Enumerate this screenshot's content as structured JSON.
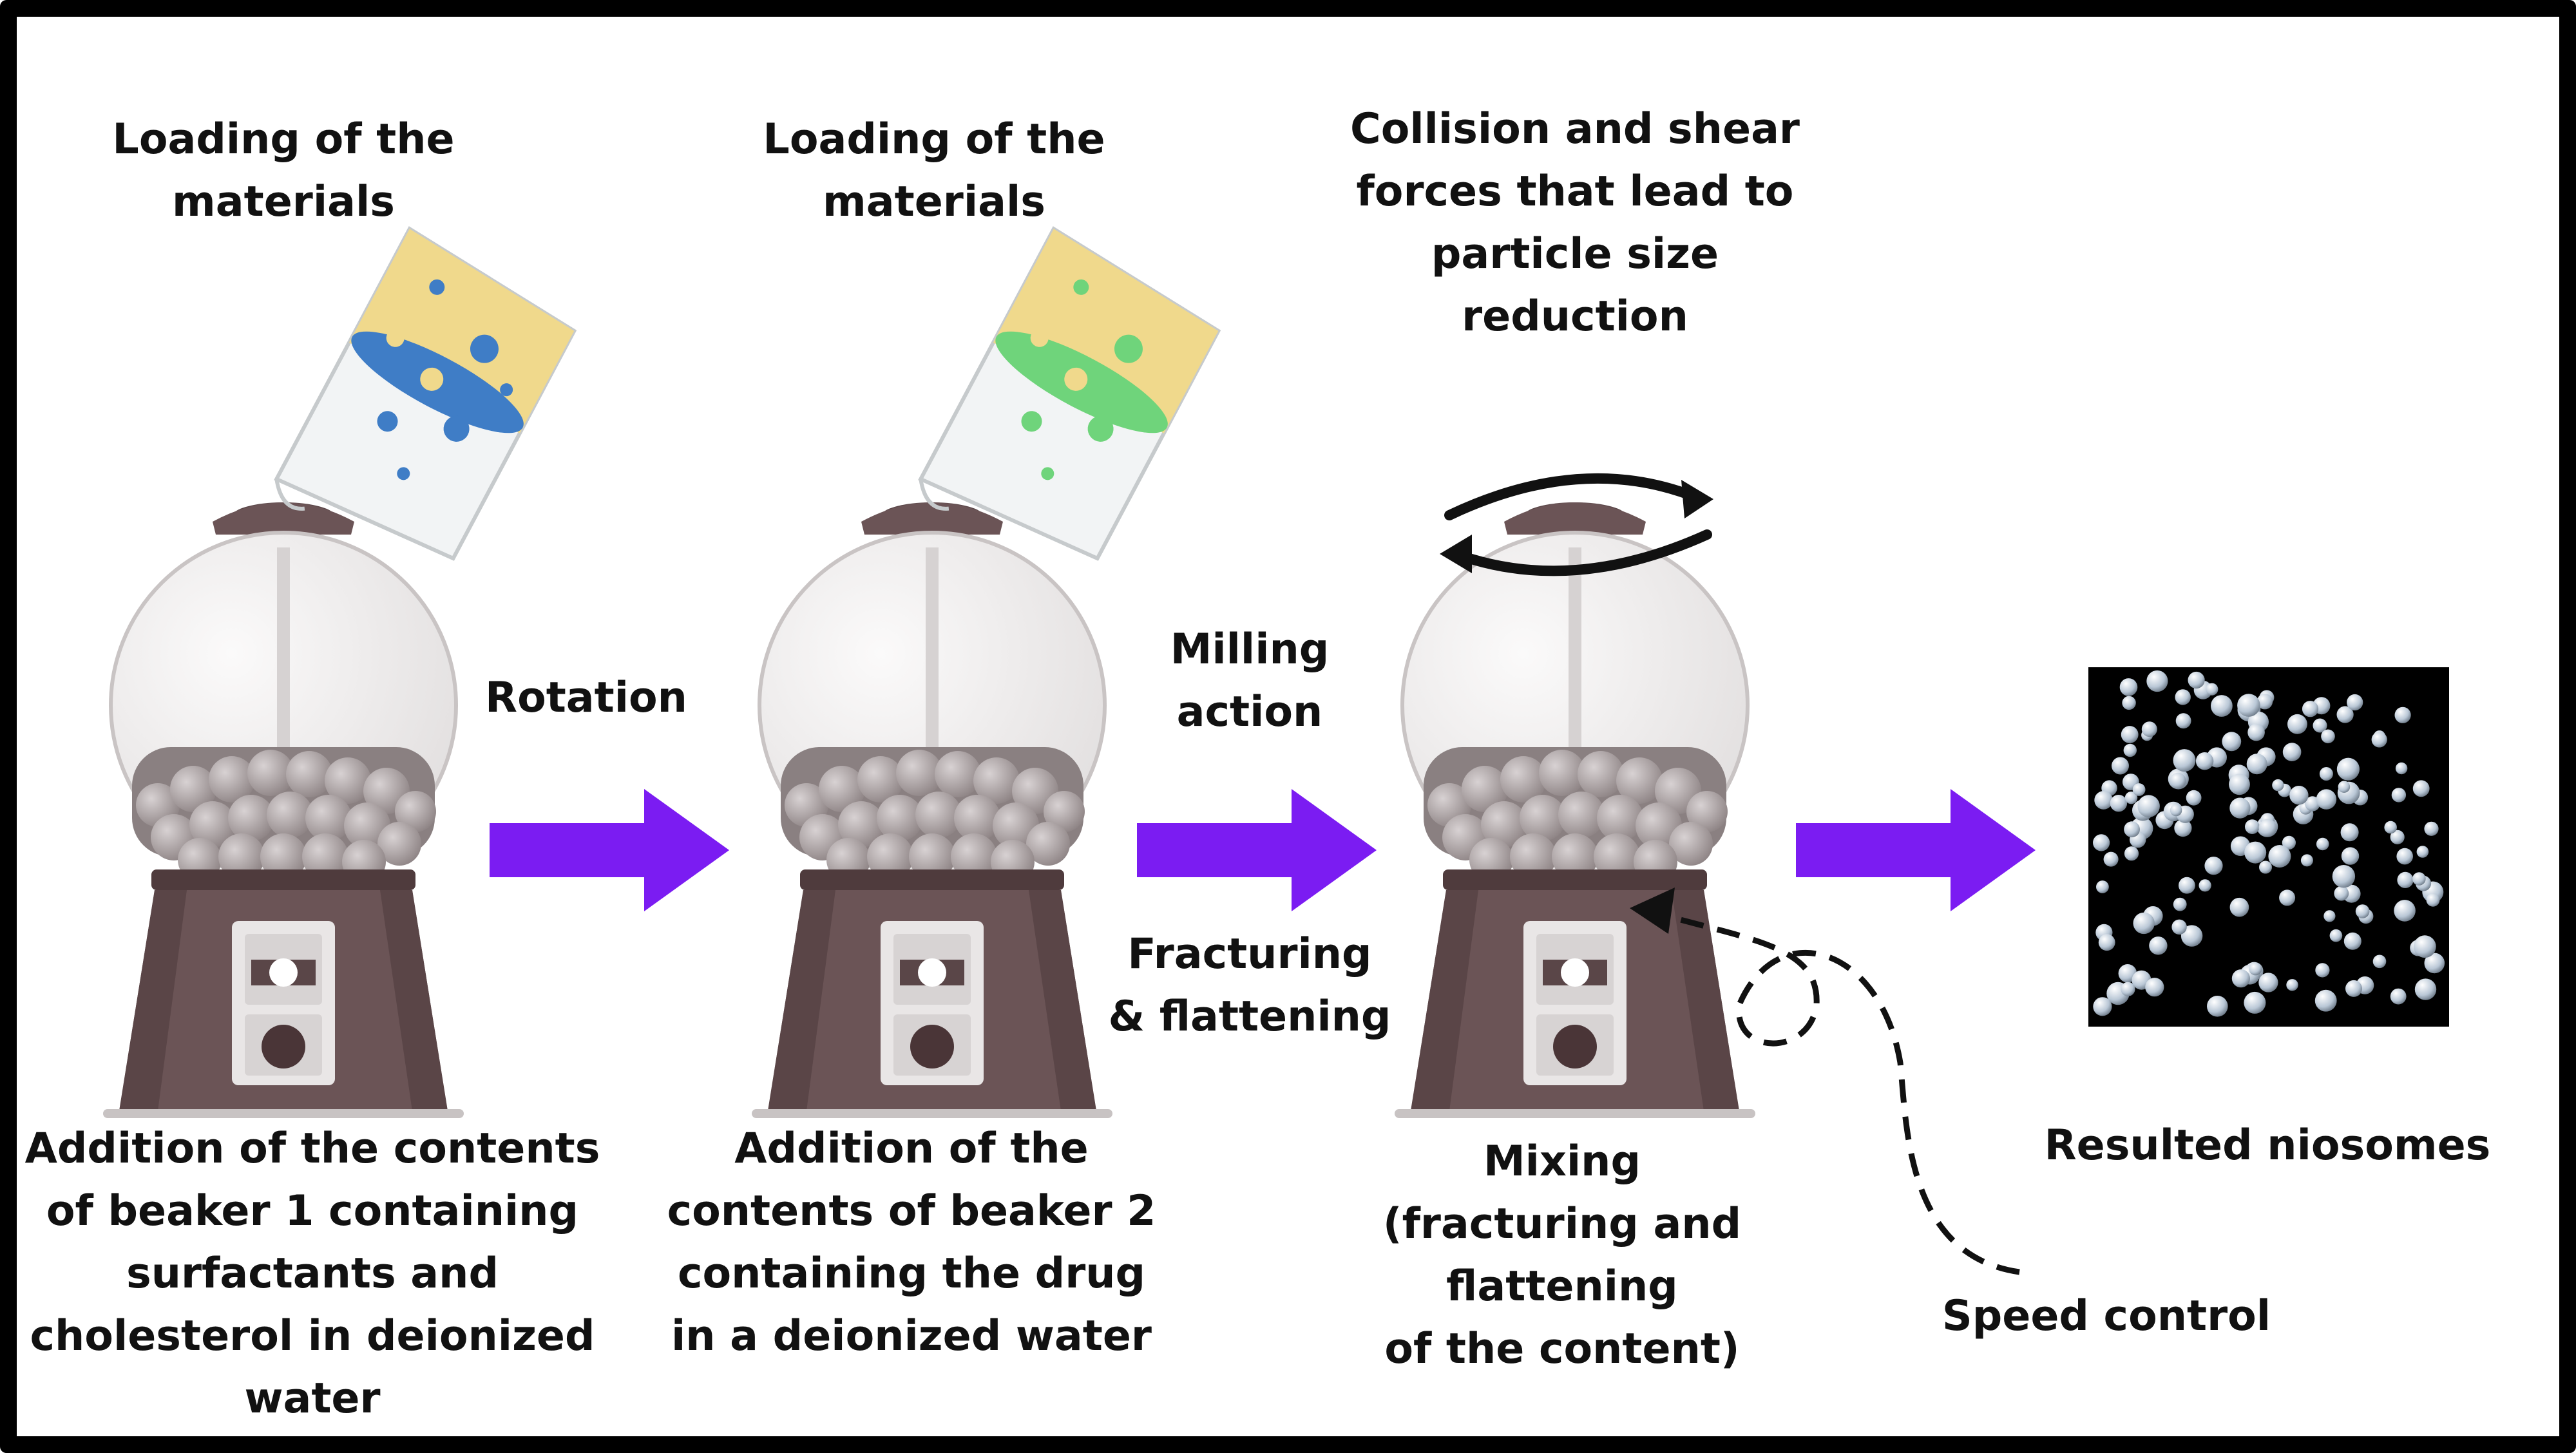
{
  "labels": {
    "loading_1": "Loading of the\nmaterials",
    "loading_2": "Loading of the\nmaterials",
    "collision": "Collision and shear\nforces that lead to\nparticle size\nreduction",
    "rotation": "Rotation",
    "milling": "Milling\naction",
    "fracturing": "Fracturing\n& flattening",
    "addition_1": "Addition of the contents\nof beaker 1 containing\nsurfactants and\ncholesterol in deionized\nwater",
    "addition_2": "Addition of the\ncontents of beaker 2\ncontaining the drug\nin a deionized water",
    "mixing": "Mixing\n(fracturing and\nflattening\nof the content)",
    "resulted": "Resulted niosomes",
    "speed": "Speed control"
  },
  "colors": {
    "arrow": "#7b1cf2",
    "machine_body": "#6b5456",
    "machine_dark": "#4f3b3d",
    "globe": "#eceaea",
    "beaker_liquid": "#f0d98c",
    "beaker_1_band": "#3f7dc6",
    "beaker_2_band": "#6fd47b",
    "balls": "#aaa2a3",
    "niosome_background": "#000000"
  },
  "icons": [
    "beaker-1-icon",
    "beaker-2-icon",
    "gumball-machine-icon",
    "rotation-arrows-icon",
    "process-arrow-icon",
    "niosomes-image"
  ]
}
